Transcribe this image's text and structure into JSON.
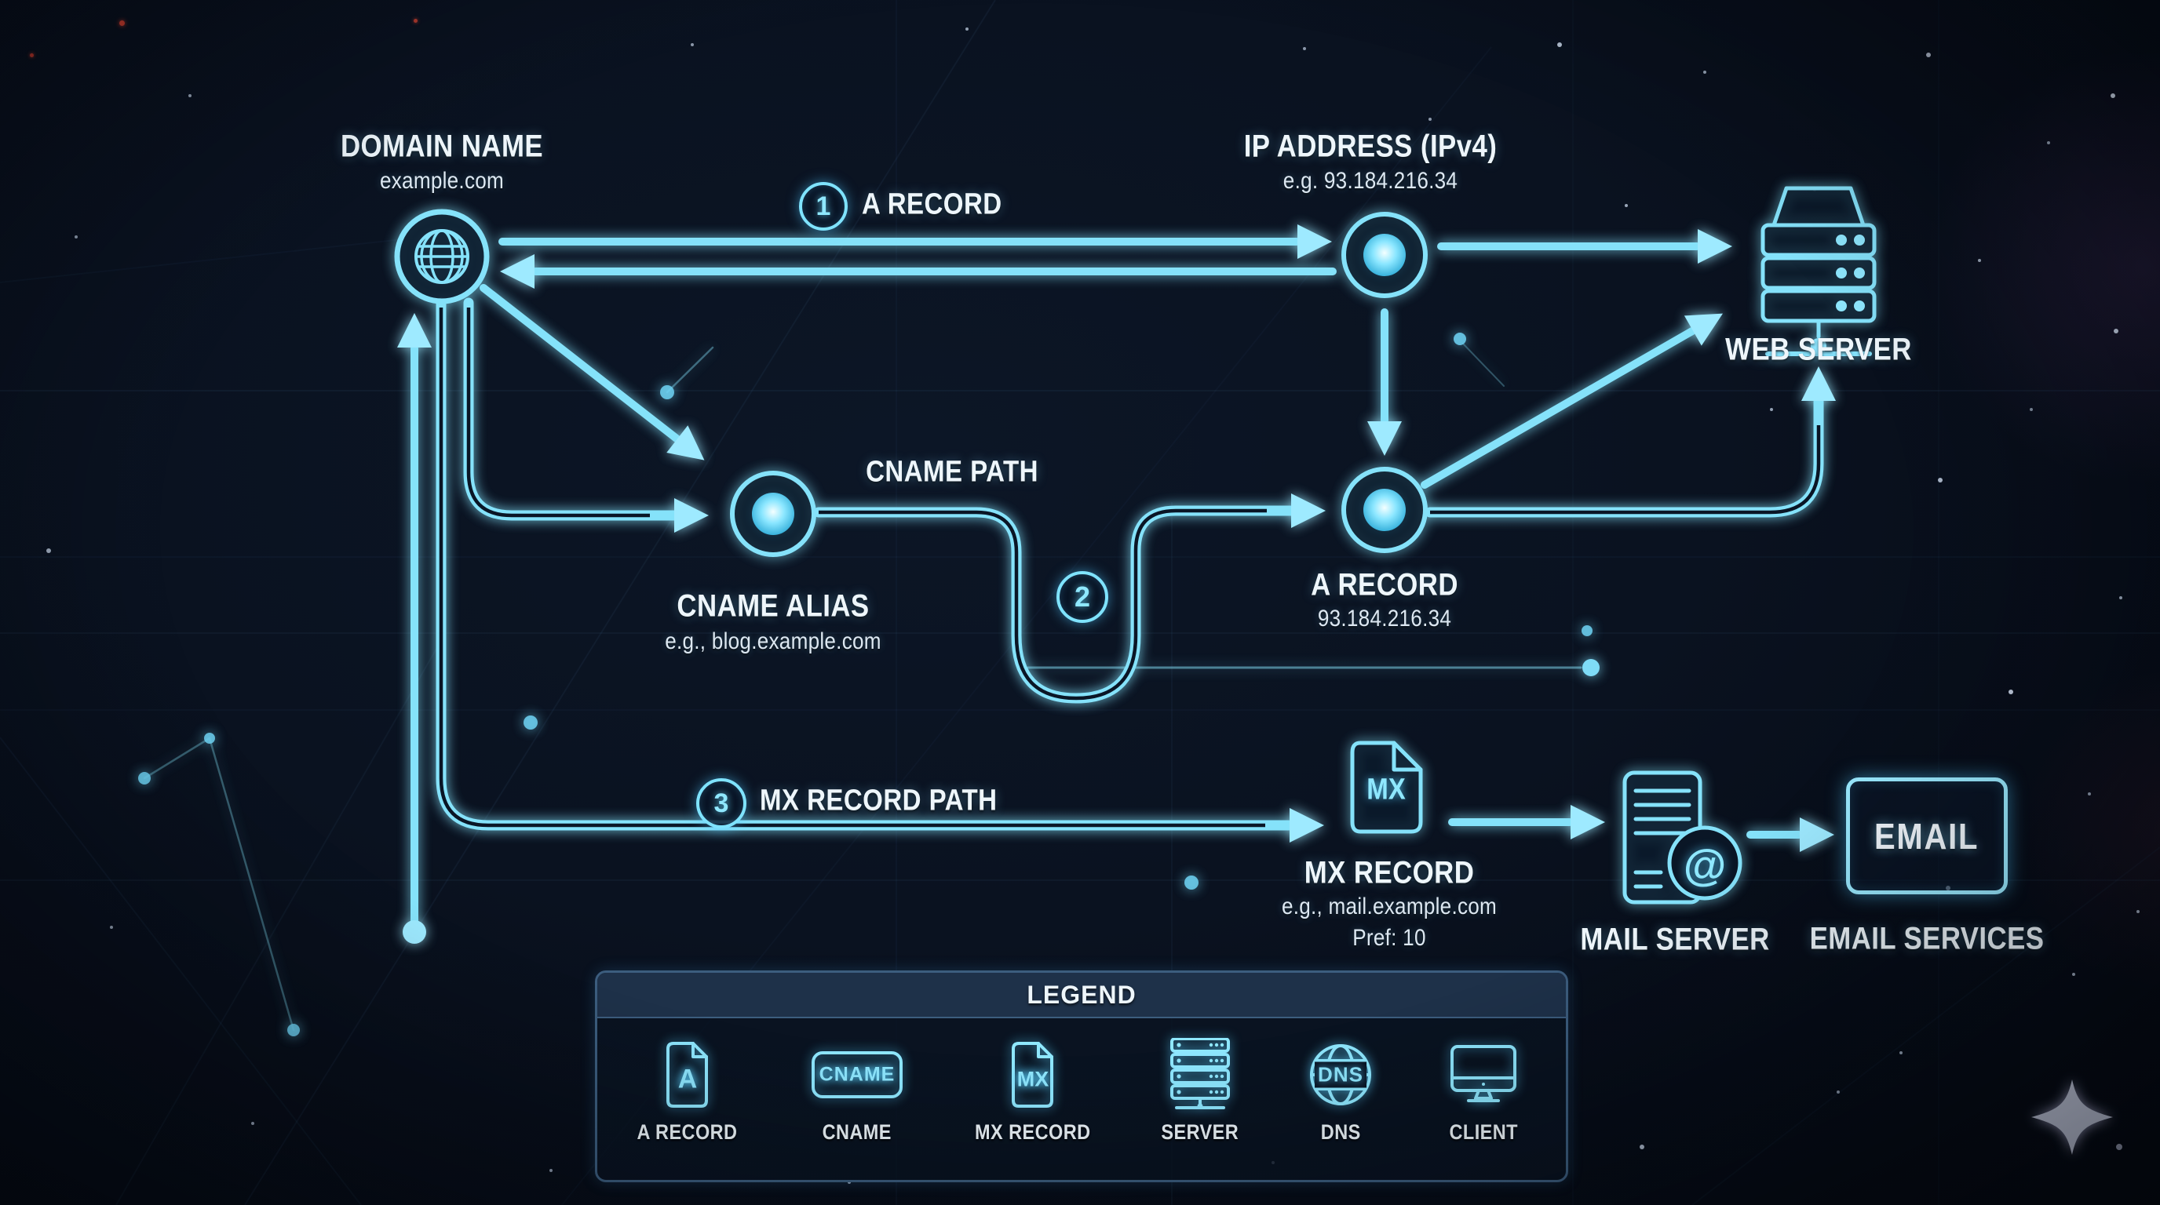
{
  "palette": {
    "accent_cyan": "#8FE8FF",
    "line_cyan": "#85E2FA",
    "text_white": "#EEF6FB",
    "background": "#0A1220",
    "panel": "#0D1B2E",
    "panel_border": "#3C5D7E"
  },
  "nodes": {
    "domain": {
      "title": "DOMAIN NAME",
      "subtitle": "example.com"
    },
    "ip": {
      "title": "IP ADDRESS (IPv4)",
      "subtitle": "e.g. 93.184.216.34"
    },
    "web_server": {
      "label": "WEB SERVER"
    },
    "cname": {
      "title": "CNAME ALIAS",
      "subtitle": "e.g., blog.example.com"
    },
    "a_record": {
      "title": "A RECORD",
      "subtitle": "93.184.216.34"
    },
    "mx": {
      "icon_text": "MX",
      "title": "MX RECORD",
      "subtitle": "e.g., mail.example.com",
      "preference": "Pref: 10"
    },
    "mail_server": {
      "label": "MAIL SERVER",
      "at_glyph": "@"
    },
    "email": {
      "box_text": "EMAIL",
      "label": "EMAIL SERVICES"
    }
  },
  "steps": {
    "one": {
      "number": "1",
      "label": "A RECORD"
    },
    "two": {
      "number": "2",
      "label": "CNAME PATH"
    },
    "three": {
      "number": "3",
      "label": "MX RECORD PATH"
    }
  },
  "legend": {
    "title": "LEGEND",
    "items": [
      {
        "label": "A RECORD",
        "glyph": "A",
        "icon": "file-a-icon"
      },
      {
        "label": "CNAME",
        "glyph": "CNAME",
        "icon": "cname-tag-icon"
      },
      {
        "label": "MX RECORD",
        "glyph": "MX",
        "icon": "file-mx-icon"
      },
      {
        "label": "SERVER",
        "glyph": "",
        "icon": "server-rack-icon"
      },
      {
        "label": "DNS",
        "glyph": "DNS",
        "icon": "dns-globe-icon"
      },
      {
        "label": "CLIENT",
        "glyph": "",
        "icon": "client-monitor-icon"
      }
    ]
  }
}
